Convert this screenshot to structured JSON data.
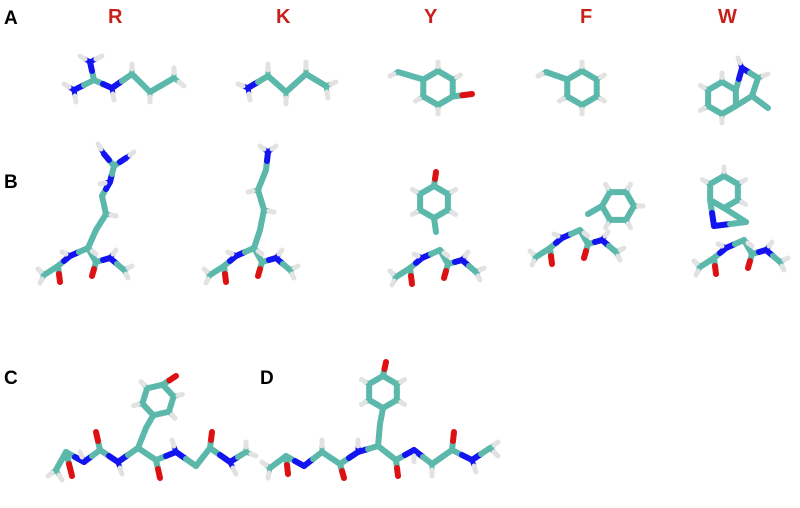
{
  "panels": [
    "A",
    "B",
    "C",
    "D"
  ],
  "residues": [
    "R",
    "K",
    "Y",
    "F",
    "W"
  ],
  "colors": {
    "residue_label": "#c8201a",
    "carbon": "#5bb8ab",
    "nitrogen": "#1414f0",
    "oxygen": "#dd1111",
    "hydrogen": "#e2e2e2"
  }
}
